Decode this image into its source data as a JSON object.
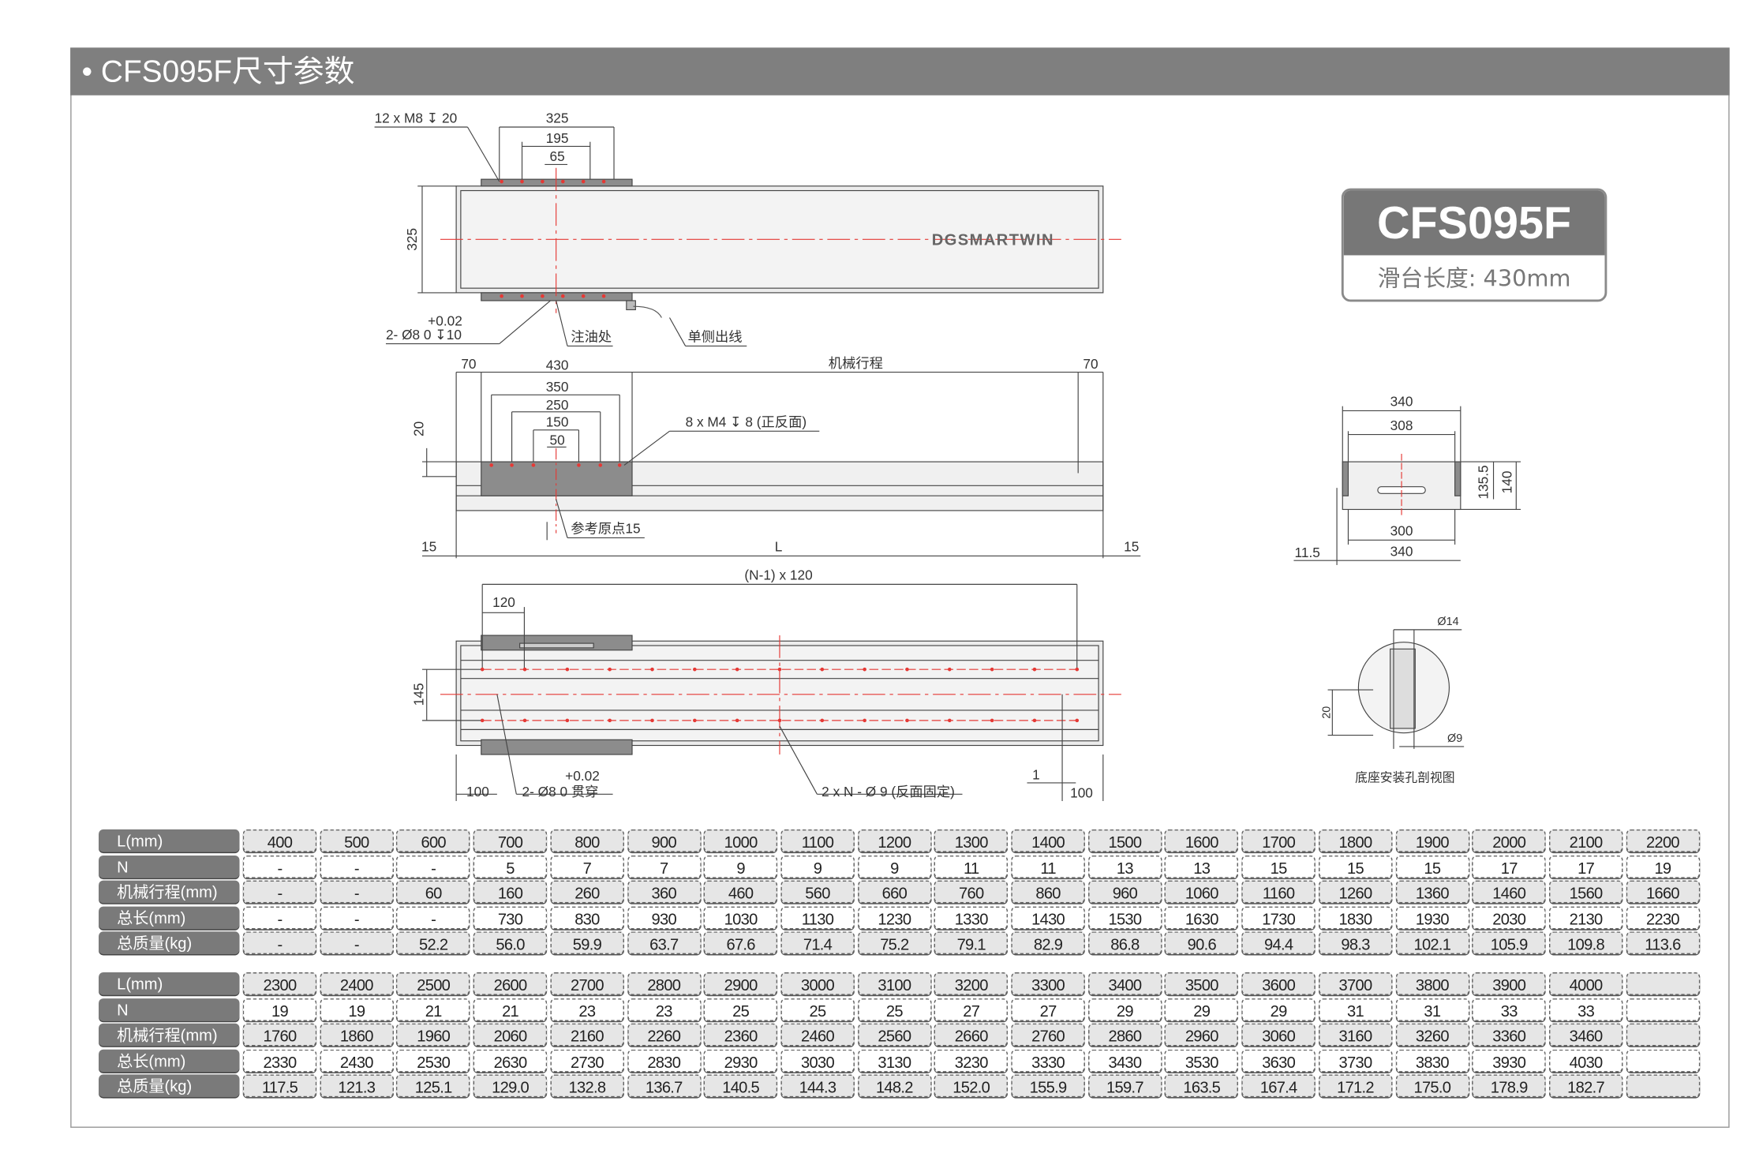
{
  "header": {
    "title": "• CFS095F尺寸参数"
  },
  "badge": {
    "model": "CFS095F",
    "subtitle": "滑台长度: 430mm"
  },
  "colors": {
    "header_bg": "#7f7f7f",
    "centerline": "#e53935",
    "slider": "#8c8c8c",
    "body": "#e8e8e8"
  },
  "drawing": {
    "logo": "DGSMARTWIN",
    "top": {
      "mount_holes": "12 x M8  ↧ 20",
      "d325": "325",
      "d195": "195",
      "d65": "65",
      "width": "325",
      "tol": "+0.02",
      "pin": "2- Ø8   0     ↧10",
      "oil": "注油处",
      "cable": "单侧出线"
    },
    "side": {
      "l70": "70",
      "d430": "430",
      "stroke": "机械行程",
      "r70": "70",
      "d350": "350",
      "d250": "250",
      "d150": "150",
      "d50": "50",
      "h20": "20",
      "m4": "8 x M4   ↧ 8 (正反面)",
      "origin": "参考原点15",
      "l15": "15",
      "L": "L",
      "r15": "15"
    },
    "bottom": {
      "pitch": "(N-1) x 120",
      "d120": "120",
      "d145": "145",
      "tol": "+0.02",
      "l100": "100",
      "pin": "2- Ø8    0     贯穿",
      "holes": "2 x N - Ø 9 (反面固定)",
      "d1": "1",
      "r100": "100"
    },
    "end": {
      "d340t": "340",
      "d308": "308",
      "d135": "135.5",
      "d140": "140",
      "d300": "300",
      "d340b": "340",
      "d11": "11.5"
    },
    "section": {
      "d14": "Ø14",
      "d9": "Ø9",
      "d20": "20",
      "caption": "底座安装孔剖视图"
    }
  },
  "tables": [
    {
      "rows": [
        {
          "label": "L(mm)",
          "values": [
            "400",
            "500",
            "600",
            "700",
            "800",
            "900",
            "1000",
            "1100",
            "1200",
            "1300",
            "1400",
            "1500",
            "1600",
            "1700",
            "1800",
            "1900",
            "2000",
            "2100",
            "2200"
          ]
        },
        {
          "label": "N",
          "values": [
            "-",
            "-",
            "-",
            "5",
            "7",
            "7",
            "9",
            "9",
            "9",
            "11",
            "11",
            "13",
            "13",
            "15",
            "15",
            "15",
            "17",
            "17",
            "19"
          ]
        },
        {
          "label": "机械行程(mm)",
          "values": [
            "-",
            "-",
            "60",
            "160",
            "260",
            "360",
            "460",
            "560",
            "660",
            "760",
            "860",
            "960",
            "1060",
            "1160",
            "1260",
            "1360",
            "1460",
            "1560",
            "1660"
          ]
        },
        {
          "label": "总长(mm)",
          "values": [
            "-",
            "-",
            "-",
            "730",
            "830",
            "930",
            "1030",
            "1130",
            "1230",
            "1330",
            "1430",
            "1530",
            "1630",
            "1730",
            "1830",
            "1930",
            "2030",
            "2130",
            "2230"
          ]
        },
        {
          "label": "总质量(kg)",
          "values": [
            "-",
            "-",
            "52.2",
            "56.0",
            "59.9",
            "63.7",
            "67.6",
            "71.4",
            "75.2",
            "79.1",
            "82.9",
            "86.8",
            "90.6",
            "94.4",
            "98.3",
            "102.1",
            "105.9",
            "109.8",
            "113.6"
          ]
        }
      ]
    },
    {
      "rows": [
        {
          "label": "L(mm)",
          "values": [
            "2300",
            "2400",
            "2500",
            "2600",
            "2700",
            "2800",
            "2900",
            "3000",
            "3100",
            "3200",
            "3300",
            "3400",
            "3500",
            "3600",
            "3700",
            "3800",
            "3900",
            "4000",
            ""
          ]
        },
        {
          "label": "N",
          "values": [
            "19",
            "19",
            "21",
            "21",
            "23",
            "23",
            "25",
            "25",
            "25",
            "27",
            "27",
            "29",
            "29",
            "29",
            "31",
            "31",
            "33",
            "33",
            ""
          ]
        },
        {
          "label": "机械行程(mm)",
          "values": [
            "1760",
            "1860",
            "1960",
            "2060",
            "2160",
            "2260",
            "2360",
            "2460",
            "2560",
            "2660",
            "2760",
            "2860",
            "2960",
            "3060",
            "3160",
            "3260",
            "3360",
            "3460",
            ""
          ]
        },
        {
          "label": "总长(mm)",
          "values": [
            "2330",
            "2430",
            "2530",
            "2630",
            "2730",
            "2830",
            "2930",
            "3030",
            "3130",
            "3230",
            "3330",
            "3430",
            "3530",
            "3630",
            "3730",
            "3830",
            "3930",
            "4030",
            ""
          ]
        },
        {
          "label": "总质量(kg)",
          "values": [
            "117.5",
            "121.3",
            "125.1",
            "129.0",
            "132.8",
            "136.7",
            "140.5",
            "144.3",
            "148.2",
            "152.0",
            "155.9",
            "159.7",
            "163.5",
            "167.4",
            "171.2",
            "175.0",
            "178.9",
            "182.7",
            ""
          ]
        }
      ]
    }
  ]
}
